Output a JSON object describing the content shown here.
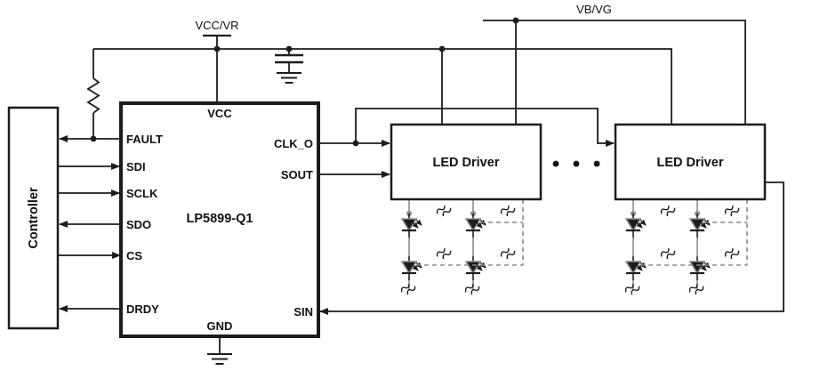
{
  "diagram": {
    "type": "schematic",
    "supplies": {
      "vcc_vr": "VCC/VR",
      "vb_vg": "VB/VG"
    },
    "controller": {
      "label": "Controller"
    },
    "ic": {
      "label": "LP5899-Q1",
      "pins": {
        "vcc": "VCC",
        "gnd": "GND",
        "fault": "FAULT",
        "sdi": "SDI",
        "sclk": "SCLK",
        "sdo": "SDO",
        "cs": "CS",
        "drdy": "DRDY",
        "clk_o": "CLK_O",
        "sout": "SOUT",
        "sin": "SIN"
      }
    },
    "led_drivers": {
      "first_label": "LED Driver",
      "second_label": "LED Driver",
      "ellipsis": "• • •"
    },
    "colors": {
      "line": "#1c1c1c",
      "gray_wire": "#8a8a8a",
      "fill": "#ffffff"
    }
  }
}
